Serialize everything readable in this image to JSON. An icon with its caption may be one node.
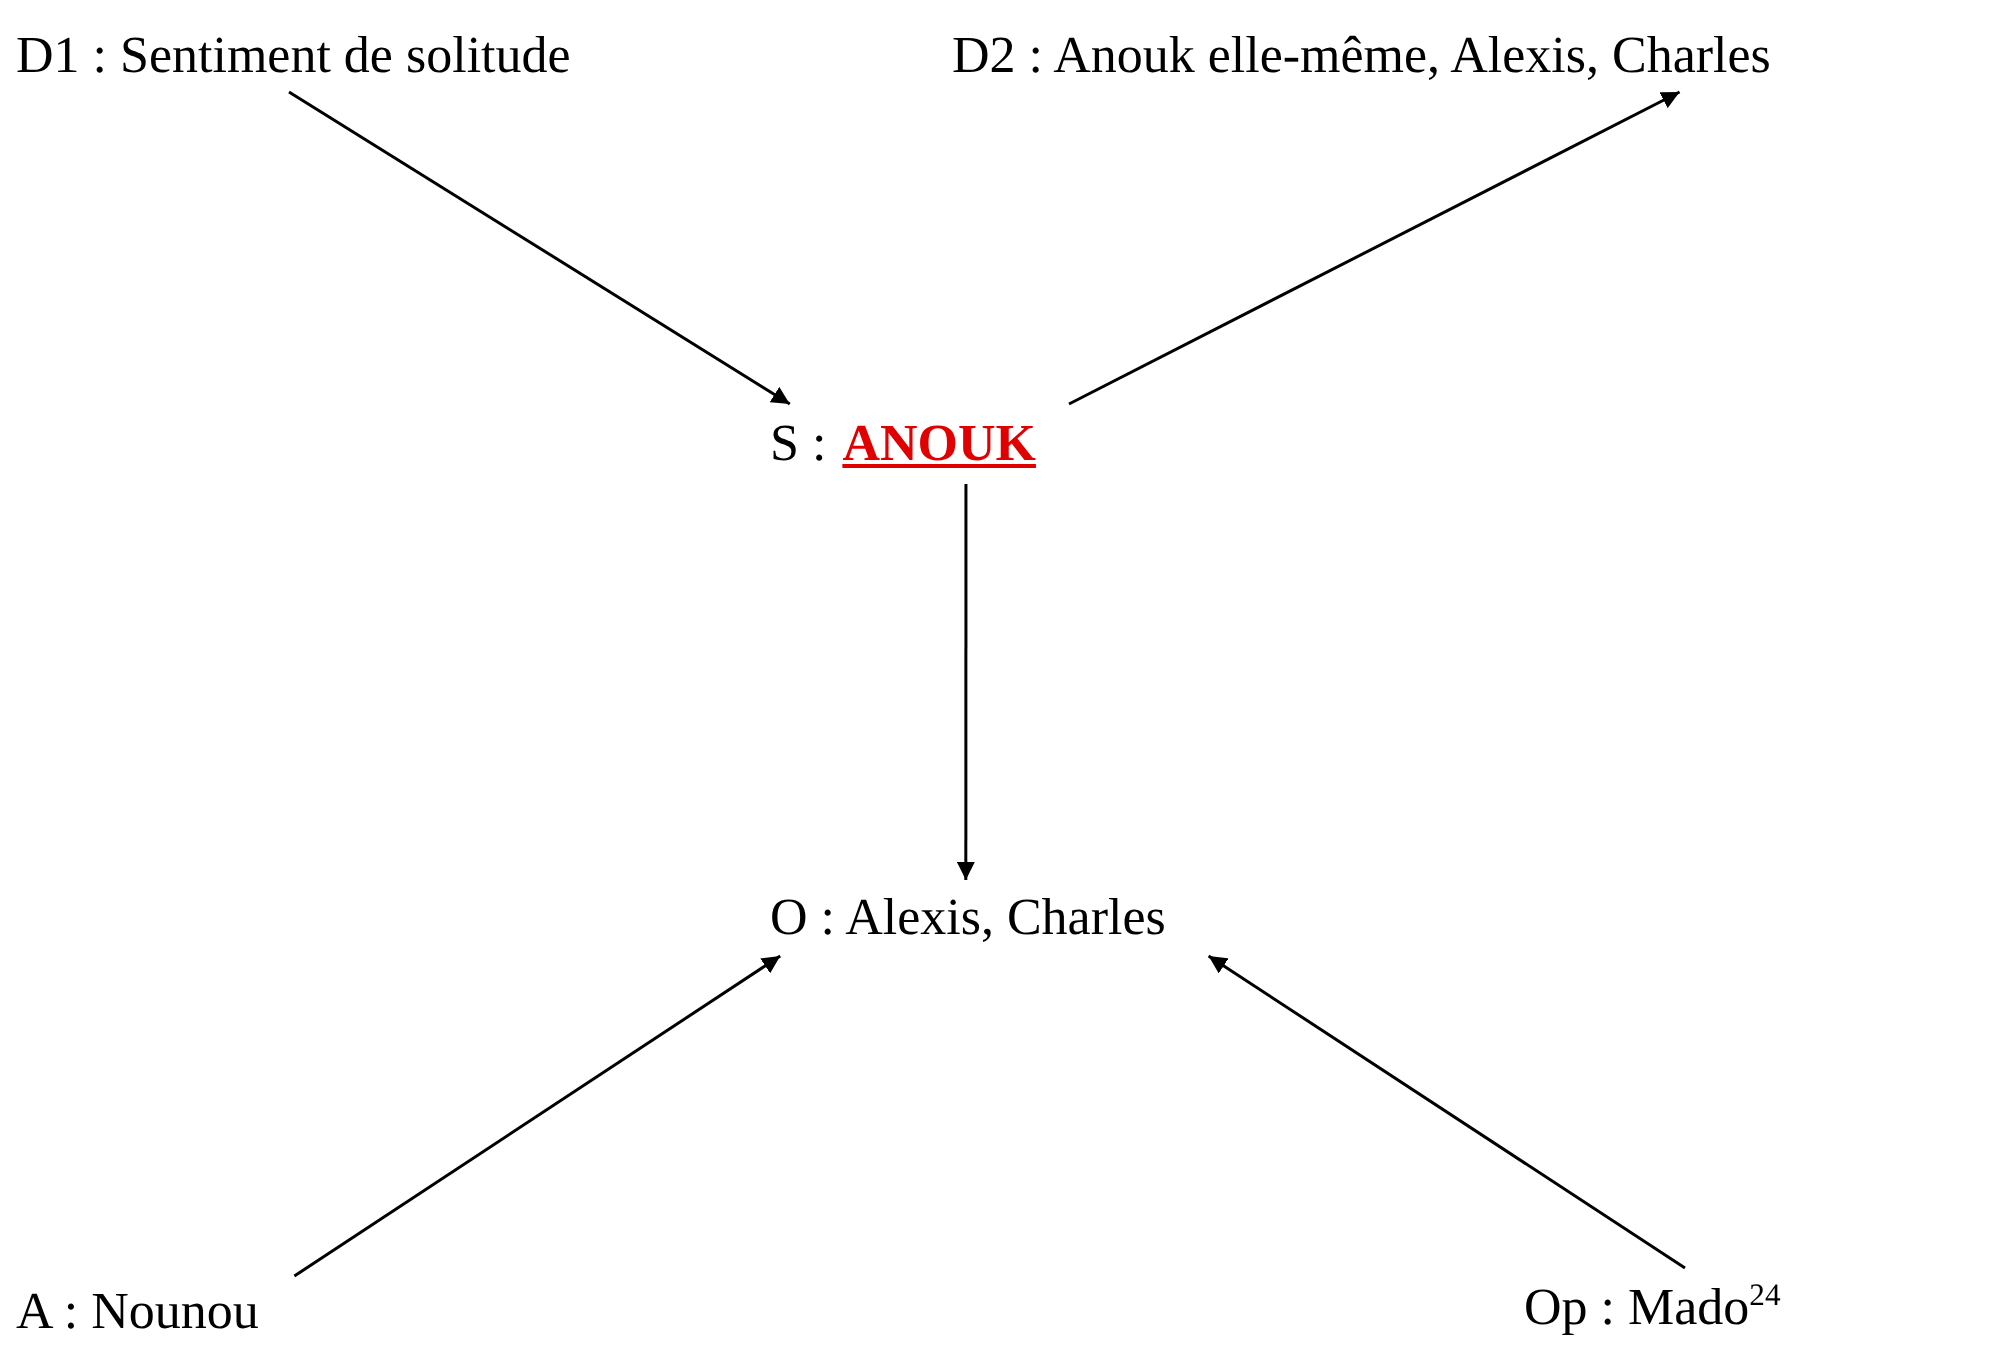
{
  "diagram": {
    "nodes": [
      {
        "text": [
          "D1 : Sentiment de solitude"
        ]
      },
      {
        "text": [
          "D2 : Anouk elle-même, Alexis, Charles"
        ]
      },
      {
        "text": [
          "S :",
          "ANOUK"
        ]
      },
      {
        "text": [
          "O : Alexis, Charles"
        ]
      },
      {
        "text": [
          "A : Nounou"
        ]
      },
      {
        "text": [
          "Op : Mado$^{24}$"
        ]
      }
    ],
    "edges": [
      {
        "from": 0,
        "to": 2,
        "arrow": "to"
      },
      {
        "from": 2,
        "to": 1,
        "arrow": "to"
      },
      {
        "from": 2,
        "to": 3,
        "arrow": "to"
      },
      {
        "from": 4,
        "to": 3,
        "arrow": "to"
      },
      {
        "from": 5,
        "to": 3,
        "arrow": "to"
      }
    ]
  }
}
